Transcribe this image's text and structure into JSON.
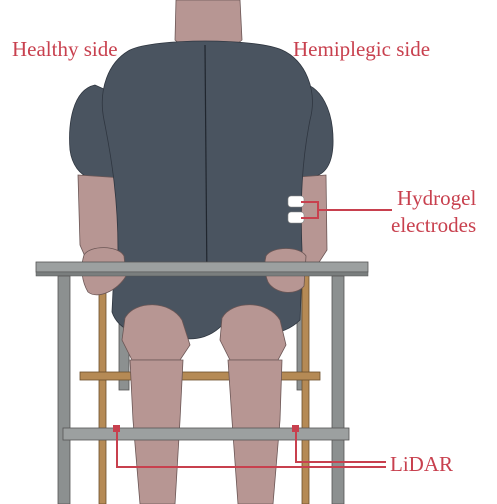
{
  "labels": {
    "left_side": "Healthy side",
    "right_side": "Hemiplegic side",
    "electrodes_line1": "Hydrogel",
    "electrodes_line2": "electrodes",
    "sensor": "LiDAR"
  },
  "colors": {
    "label": "#c8404e",
    "leader_line": "#c8404e",
    "shirt": "#4a5460",
    "skin": "#b79693",
    "frame_grey": "#8c9090",
    "frame_wood": "#b58a55",
    "electrode": "#ffffff"
  },
  "icons": {
    "figure": "seated-mannequin",
    "electrodes": "electrode-pads",
    "sensors": "lidar-sensor"
  }
}
